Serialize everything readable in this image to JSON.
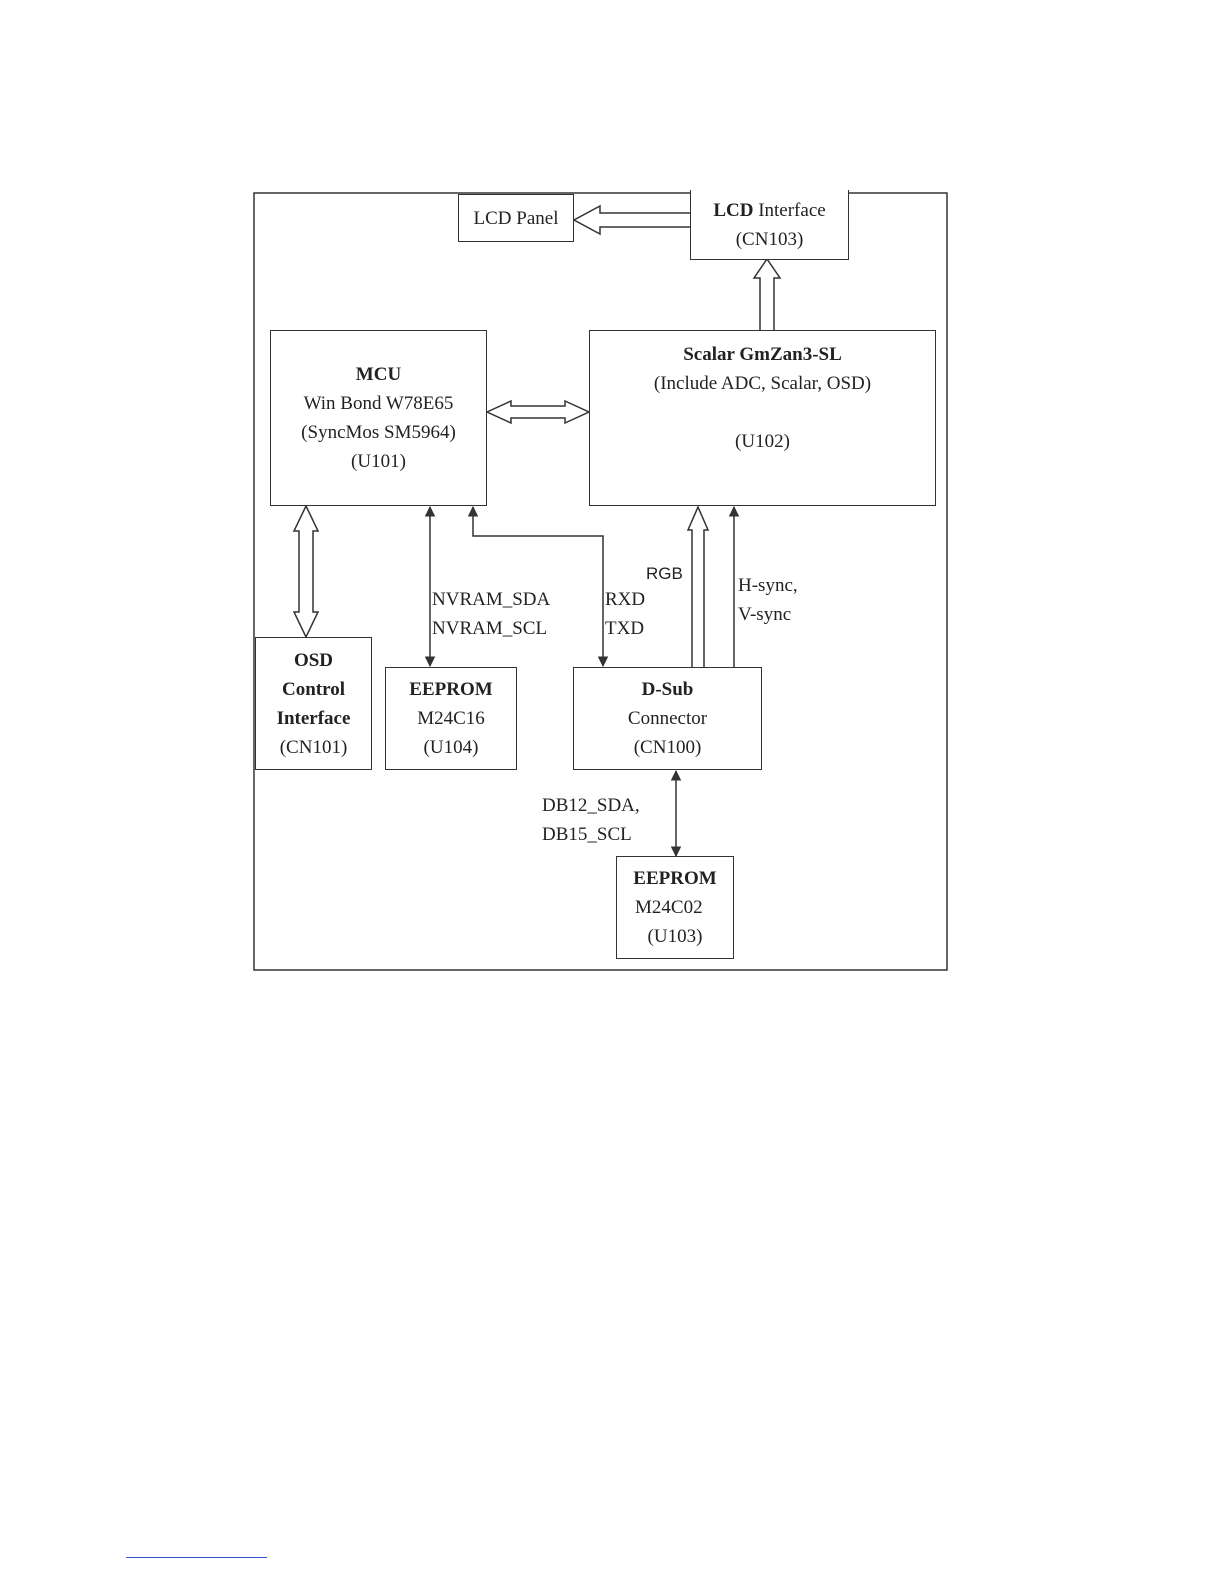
{
  "blocks": {
    "lcd_panel": {
      "lines": [
        "LCD Panel"
      ]
    },
    "lcd_interface": {
      "title": "LCD",
      "title_suffix": " Interface",
      "lines": [
        "(CN103)"
      ]
    },
    "mcu": {
      "title": "MCU",
      "lines": [
        "Win Bond W78E65",
        "(SyncMos SM5964)",
        "(U101)"
      ]
    },
    "scalar": {
      "title": "Scalar GmZan3-SL",
      "lines": [
        "(Include ADC, Scalar, OSD)",
        "(U102)"
      ]
    },
    "osd": {
      "title_lines": [
        "OSD",
        "Control",
        "Interface"
      ],
      "lines": [
        "(CN101)"
      ]
    },
    "eeprom_u104": {
      "title": "EEPROM",
      "lines": [
        "M24C16",
        "(U104)"
      ]
    },
    "dsub": {
      "title": "D-Sub",
      "lines": [
        "Connector",
        "(CN100)"
      ]
    },
    "eeprom_u103": {
      "title": "EEPROM",
      "lines": [
        "M24C02",
        "(U103)"
      ]
    }
  },
  "signals": {
    "nvram": [
      "NVRAM_SDA",
      "NVRAM_SCL"
    ],
    "uart": [
      "RXD",
      "TXD"
    ],
    "rgb": "RGB",
    "sync": [
      "H-sync,",
      "V-sync"
    ],
    "ddc": [
      "DB12_SDA,",
      "DB15_SCL"
    ]
  },
  "colors": {
    "line": "#333333",
    "footnote_rule": "#3355cc"
  }
}
